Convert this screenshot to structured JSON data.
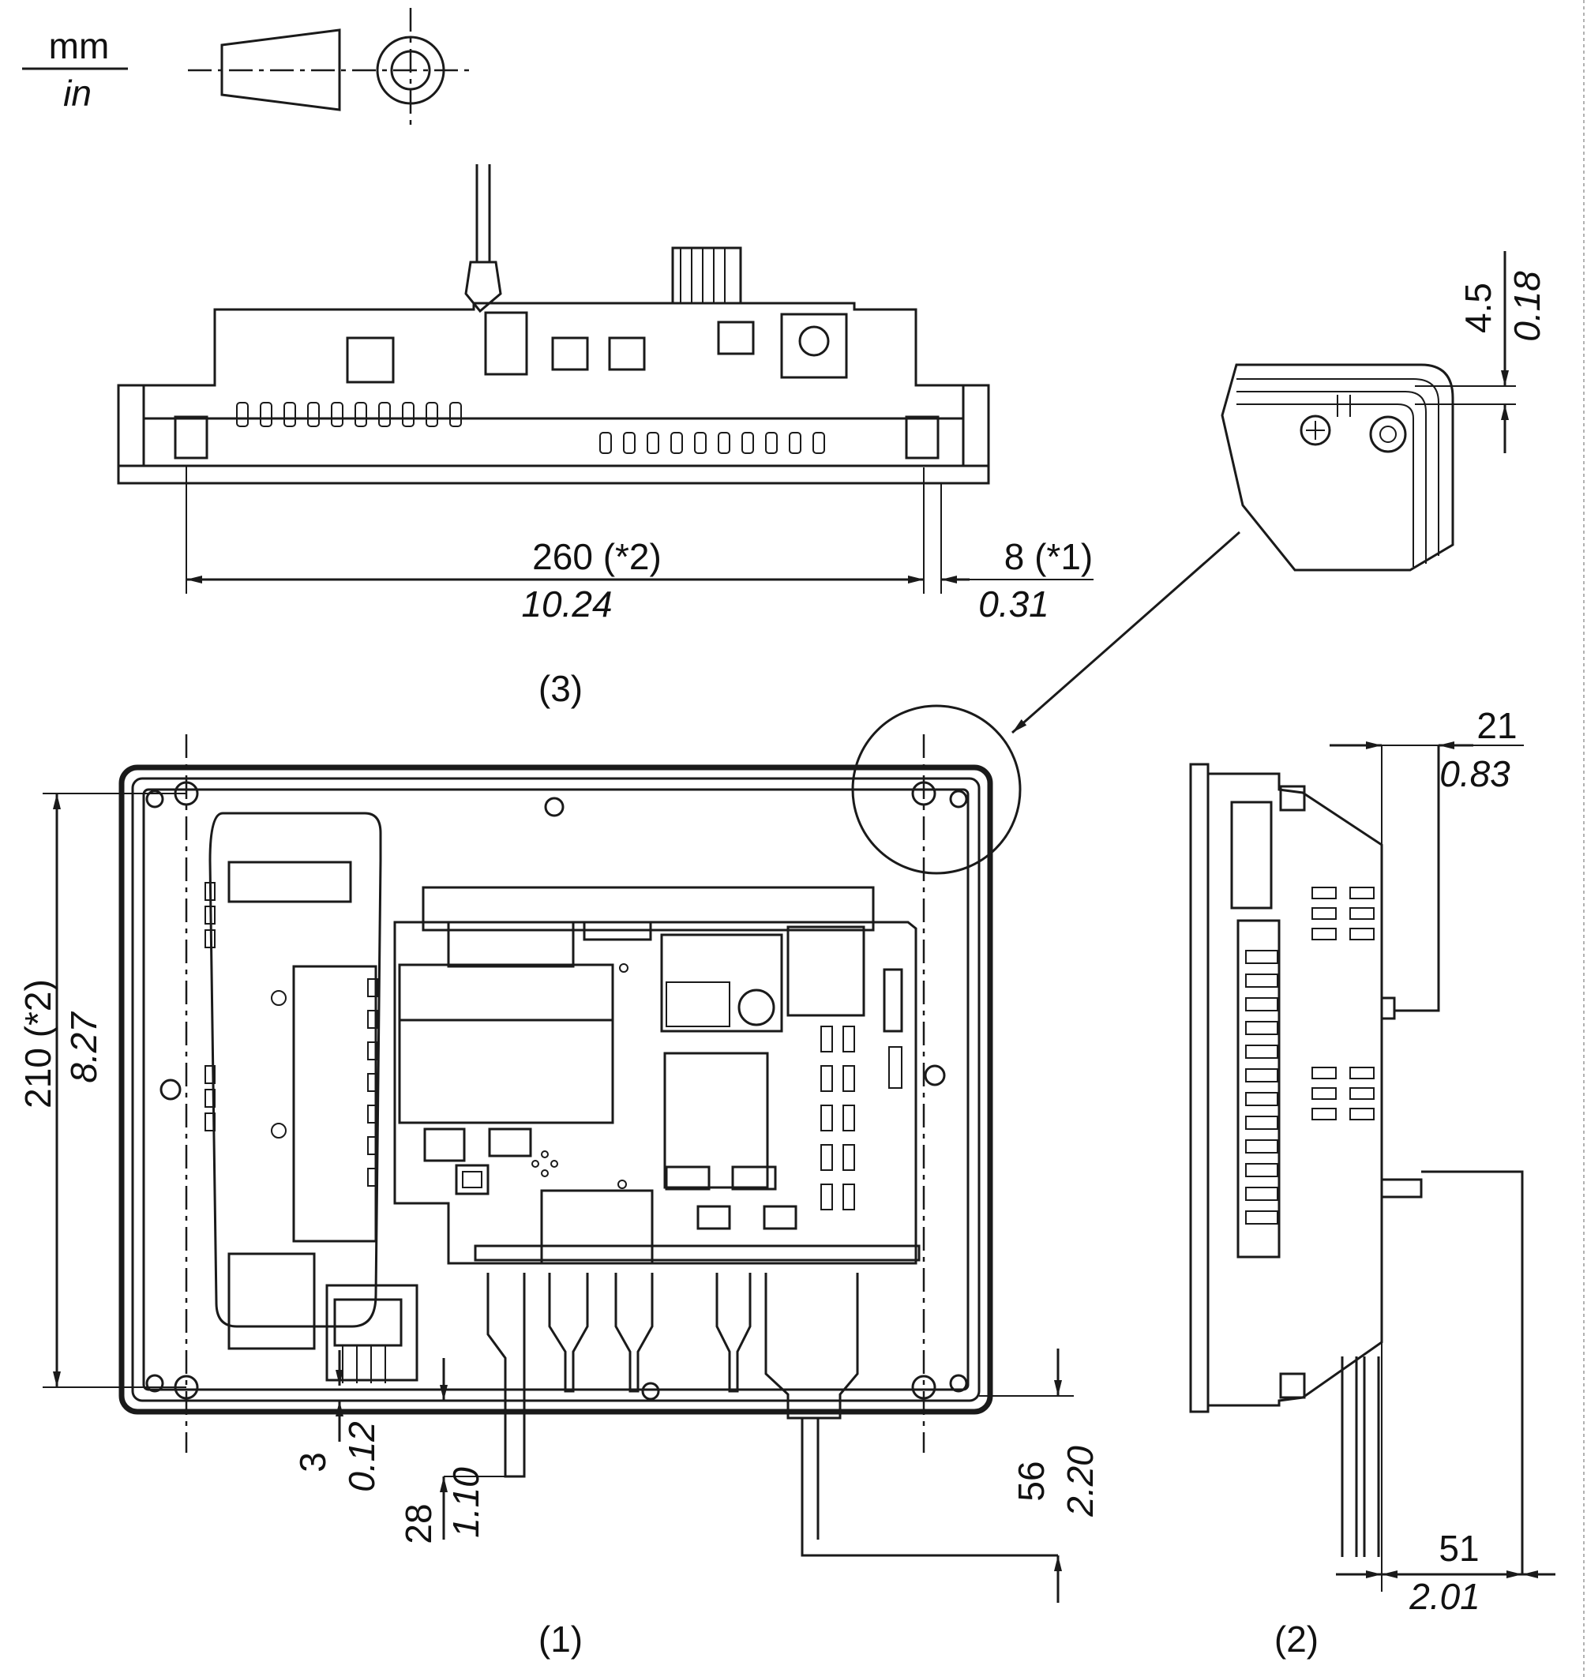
{
  "units": {
    "primary": "mm",
    "secondary": "in"
  },
  "views": {
    "front": {
      "label": "(1)"
    },
    "side": {
      "label": "(2)"
    },
    "top": {
      "label": "(3)"
    }
  },
  "dimensions": {
    "top_width": {
      "mm": "260 (*2)",
      "in": "10.24"
    },
    "top_bezel": {
      "mm": "8 (*1)",
      "in": "0.31"
    },
    "detail_gap": {
      "mm": "4.5",
      "in": "0.18"
    },
    "front_height": {
      "mm": "210 (*2)",
      "in": "8.27"
    },
    "front_3": {
      "mm": "3",
      "in": "0.12"
    },
    "front_28": {
      "mm": "28",
      "in": "1.10"
    },
    "front_56": {
      "mm": "56",
      "in": "2.20"
    },
    "side_21": {
      "mm": "21",
      "in": "0.83"
    },
    "side_51": {
      "mm": "51",
      "in": "2.01"
    }
  }
}
